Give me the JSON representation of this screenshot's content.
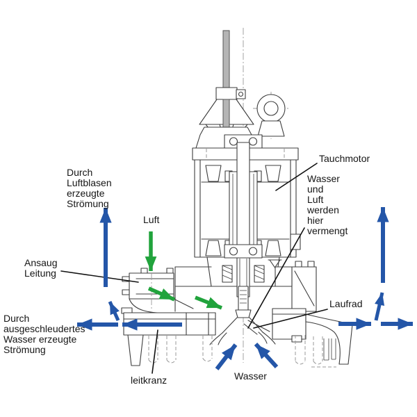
{
  "diagram_title": "Tauchmotor Belüfter / submersible aerator pump cross-section",
  "colors": {
    "flow_blue": "#2456a8",
    "air_green": "#21a33c",
    "line": "#3c3c3c",
    "hidden": "#9a9a9a",
    "text": "#151515"
  },
  "labels": {
    "durch_luftblasen": {
      "lines": [
        "Durch",
        "Luftblasen",
        "erzeugte",
        "Strömung"
      ]
    },
    "luft": "Luft",
    "ansaug": {
      "lines": [
        "Ansaug",
        "Leitung"
      ]
    },
    "durch_wasser": {
      "lines": [
        "Durch",
        "ausgeschleudertes",
        "Wasser erzeugte",
        "Strömung"
      ]
    },
    "leitkranz": "leitkranz",
    "wasser": "Wasser",
    "laufrad": "Laufrad",
    "tauchmotor": "Tauchmotor",
    "vermengt": {
      "lines": [
        "Wasser",
        "und",
        "Luft",
        "werden",
        "hier",
        "vermengt"
      ]
    }
  },
  "flows": [
    {
      "name": "bubble-current-up-left",
      "color": "#2456a8",
      "direction": "up",
      "meaning": "Durch Luftblasen erzeugte Strömung"
    },
    {
      "name": "bubble-current-up-right",
      "color": "#2456a8",
      "direction": "up",
      "meaning": "Durch Luftblasen erzeugte Strömung"
    },
    {
      "name": "air-inlet",
      "color": "#21a33c",
      "direction": "down",
      "meaning": "Luft"
    },
    {
      "name": "air-through-pipe",
      "color": "#21a33c",
      "direction": "down-right",
      "meaning": "Luft durch Ansaugleitung"
    },
    {
      "name": "ejected-water-left",
      "color": "#2456a8",
      "direction": "left",
      "meaning": "Durch ausgeschleudertes Wasser erzeugte Strömung"
    },
    {
      "name": "ejected-water-right",
      "color": "#2456a8",
      "direction": "right",
      "meaning": "Durch ausgeschleudertes Wasser erzeugte Strömung"
    },
    {
      "name": "water-suction",
      "color": "#2456a8",
      "direction": "up-into-pump",
      "meaning": "Wasser"
    }
  ]
}
